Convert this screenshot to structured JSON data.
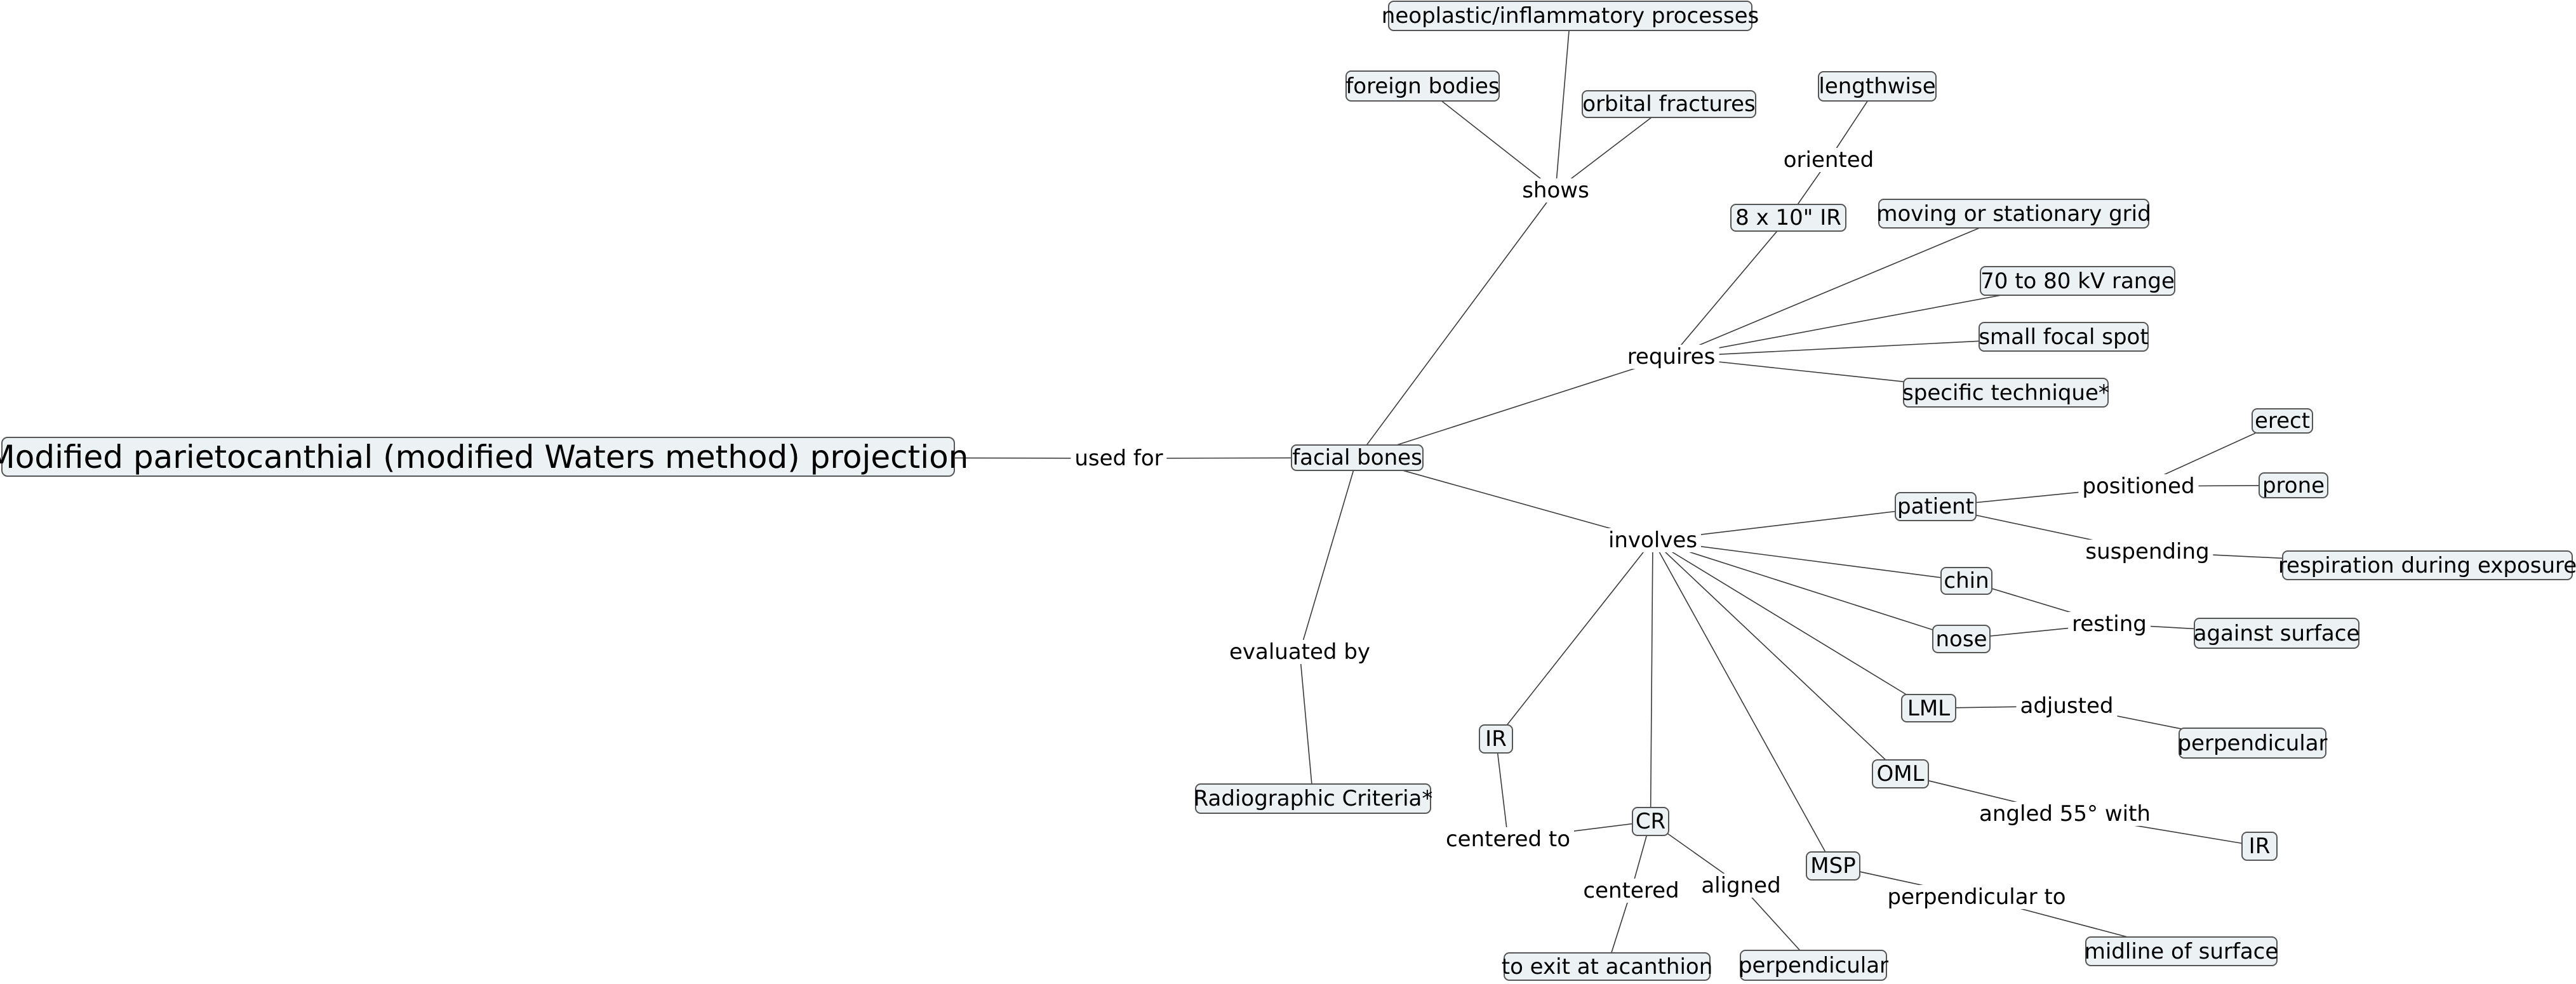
{
  "concepts": {
    "root": "Modified parietocanthial (modified Waters method) projection",
    "facial_bones": "facial bones",
    "neoplastic": "neoplastic/inflammatory processes",
    "foreign_bodies": "foreign bodies",
    "orbital_fractures": "orbital fractures",
    "lengthwise": "lengthwise",
    "ir_8x10": "8 x 10\" IR",
    "grid": "moving or stationary grid",
    "kv_range": "70 to 80 kV range",
    "focal_spot": "small focal spot",
    "technique": "specific technique*",
    "erect": "erect",
    "prone": "prone",
    "patient": "patient",
    "respiration": "respiration during exposure",
    "chin": "chin",
    "nose": "nose",
    "against_surface": "against surface",
    "lml": "LML",
    "perp_lml": "perpendicular",
    "oml": "OML",
    "ir_right": "IR",
    "criteria": "Radiographic Criteria*",
    "ir_left": "IR",
    "cr": "CR",
    "msp": "MSP",
    "acanthion": "to exit at acanthion",
    "perp_cr": "perpendicular",
    "midline": "midline of surface"
  },
  "phrases": {
    "used_for": "used for",
    "shows": "shows",
    "oriented": "oriented",
    "requires": "requires",
    "positioned": "positioned",
    "suspending": "suspending",
    "involves": "involves",
    "resting": "resting",
    "adjusted": "adjusted",
    "angled": "angled 55° with",
    "evaluated_by": "evaluated by",
    "centered_to": "centered to",
    "centered": "centered",
    "aligned": "aligned",
    "perpendicular_to": "perpendicular to"
  },
  "links": [
    [
      "root",
      "used_for"
    ],
    [
      "used_for",
      "facial_bones"
    ],
    [
      "facial_bones",
      "shows"
    ],
    [
      "shows",
      "neoplastic"
    ],
    [
      "shows",
      "foreign_bodies"
    ],
    [
      "shows",
      "orbital_fractures"
    ],
    [
      "facial_bones",
      "requires"
    ],
    [
      "requires",
      "ir_8x10"
    ],
    [
      "ir_8x10",
      "oriented"
    ],
    [
      "oriented",
      "lengthwise"
    ],
    [
      "requires",
      "grid"
    ],
    [
      "requires",
      "kv_range"
    ],
    [
      "requires",
      "focal_spot"
    ],
    [
      "requires",
      "technique"
    ],
    [
      "facial_bones",
      "involves"
    ],
    [
      "involves",
      "patient"
    ],
    [
      "patient",
      "positioned"
    ],
    [
      "positioned",
      "erect"
    ],
    [
      "positioned",
      "prone"
    ],
    [
      "patient",
      "suspending"
    ],
    [
      "suspending",
      "respiration"
    ],
    [
      "involves",
      "chin"
    ],
    [
      "involves",
      "nose"
    ],
    [
      "chin",
      "resting"
    ],
    [
      "nose",
      "resting"
    ],
    [
      "resting",
      "against_surface"
    ],
    [
      "involves",
      "lml"
    ],
    [
      "lml",
      "adjusted"
    ],
    [
      "adjusted",
      "perp_lml"
    ],
    [
      "involves",
      "oml"
    ],
    [
      "oml",
      "angled"
    ],
    [
      "angled",
      "ir_right"
    ],
    [
      "involves",
      "ir_left"
    ],
    [
      "ir_left",
      "centered_to"
    ],
    [
      "centered_to",
      "cr"
    ],
    [
      "involves",
      "cr"
    ],
    [
      "cr",
      "centered"
    ],
    [
      "centered",
      "acanthion"
    ],
    [
      "cr",
      "aligned"
    ],
    [
      "aligned",
      "perp_cr"
    ],
    [
      "involves",
      "msp"
    ],
    [
      "msp",
      "perpendicular_to"
    ],
    [
      "perpendicular_to",
      "midline"
    ],
    [
      "facial_bones",
      "evaluated_by"
    ],
    [
      "evaluated_by",
      "criteria"
    ]
  ],
  "colors": {
    "node_fill": "#ecf2f4",
    "node_border": "#555555",
    "line": "#3a3a3a"
  }
}
